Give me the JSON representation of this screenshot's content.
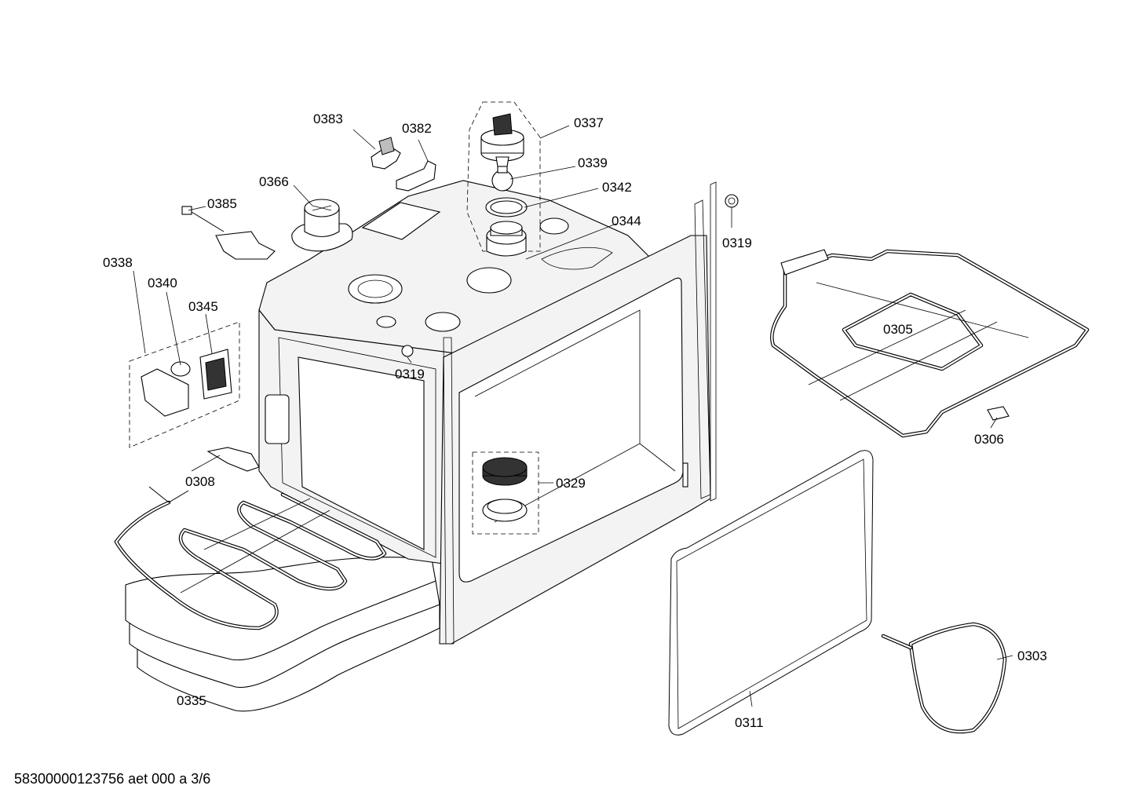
{
  "labels": {
    "p0383": "0383",
    "p0382": "0382",
    "p0337": "0337",
    "p0339": "0339",
    "p0342": "0342",
    "p0366": "0366",
    "p0385": "0385",
    "p0344": "0344",
    "p0319_top": "0319",
    "p0338": "0338",
    "p0340": "0340",
    "p0345": "0345",
    "p0305": "0305",
    "p0319_mid": "0319",
    "p0306": "0306",
    "p0308": "0308",
    "p0329": "0329",
    "p0303": "0303",
    "p0311": "0311",
    "p0335": "0335"
  },
  "footer": {
    "document_id": "58300000123756 aet 000 a 3/6"
  }
}
